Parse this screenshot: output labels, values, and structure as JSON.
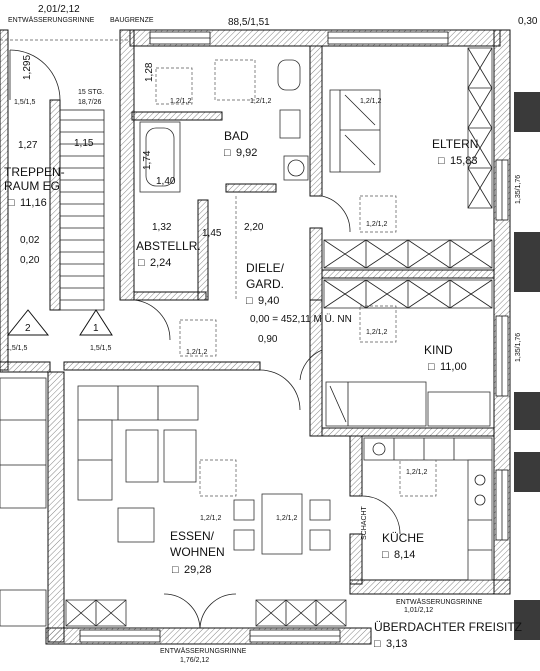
{
  "rooms": {
    "bad": {
      "name": "BAD",
      "area": "9,92"
    },
    "eltern": {
      "name": "ELTERN",
      "area": "15,83"
    },
    "treppenraum": {
      "name_l1": "TREPPEN-",
      "name_l2": "RAUM EG",
      "area": "11,16"
    },
    "abstellr": {
      "name": "ABSTELLR.",
      "area": "2,24"
    },
    "diele": {
      "name_l1": "DIELE/",
      "name_l2": "GARD.",
      "area": "9,40"
    },
    "kind": {
      "name": "KIND",
      "area": "11,00"
    },
    "essen": {
      "name_l1": "ESSEN/",
      "name_l2": "WOHNEN",
      "area": "29,28"
    },
    "kueche": {
      "name": "KÜCHE",
      "area": "8,14"
    },
    "freisitz": {
      "name": "ÜBERDACHTER FREISITZ",
      "area": "3,13"
    }
  },
  "annotations": {
    "top_entwaesserung": "ENTWÄSSERUNGSRINNE",
    "top_dim_left": "2,01/2,12",
    "baugrenze": "BAUGRENZE",
    "top_dim_right": "88,5/1,51",
    "top_right_dim": "0,30",
    "dim_1295": "1,295",
    "stg": "15 STG.",
    "stg_ratio": "18,7/26",
    "dim_15_15": "1,5/1,5",
    "dim_128": "1,28",
    "dim_127": "1,27",
    "dim_115": "1,15",
    "dim_174": "1,74",
    "dim_140": "1,40",
    "dim_132": "1,32",
    "dim_145": "1,45",
    "dim_220": "2,20",
    "level_002": "0,02",
    "level_020": "0,20",
    "level_000": "0,00 = 452,11 M Ü. NN",
    "level_090": "0,90",
    "right_dim_top": "1,35/1,76",
    "right_dim_bottom": "1,35/1,76",
    "window_12_12": "1,2/1,2",
    "schacht": "SCHACHT",
    "kueche_rinne": "ENTWÄSSERUNGSRINNE",
    "kueche_dim": "1,01/2,12",
    "bottom_rinne": "ENTWÄSSERUNGSRINNE",
    "bottom_dim": "1,76/2,12",
    "bullet": "□",
    "arrow_2": "2",
    "arrow_1": "1"
  }
}
